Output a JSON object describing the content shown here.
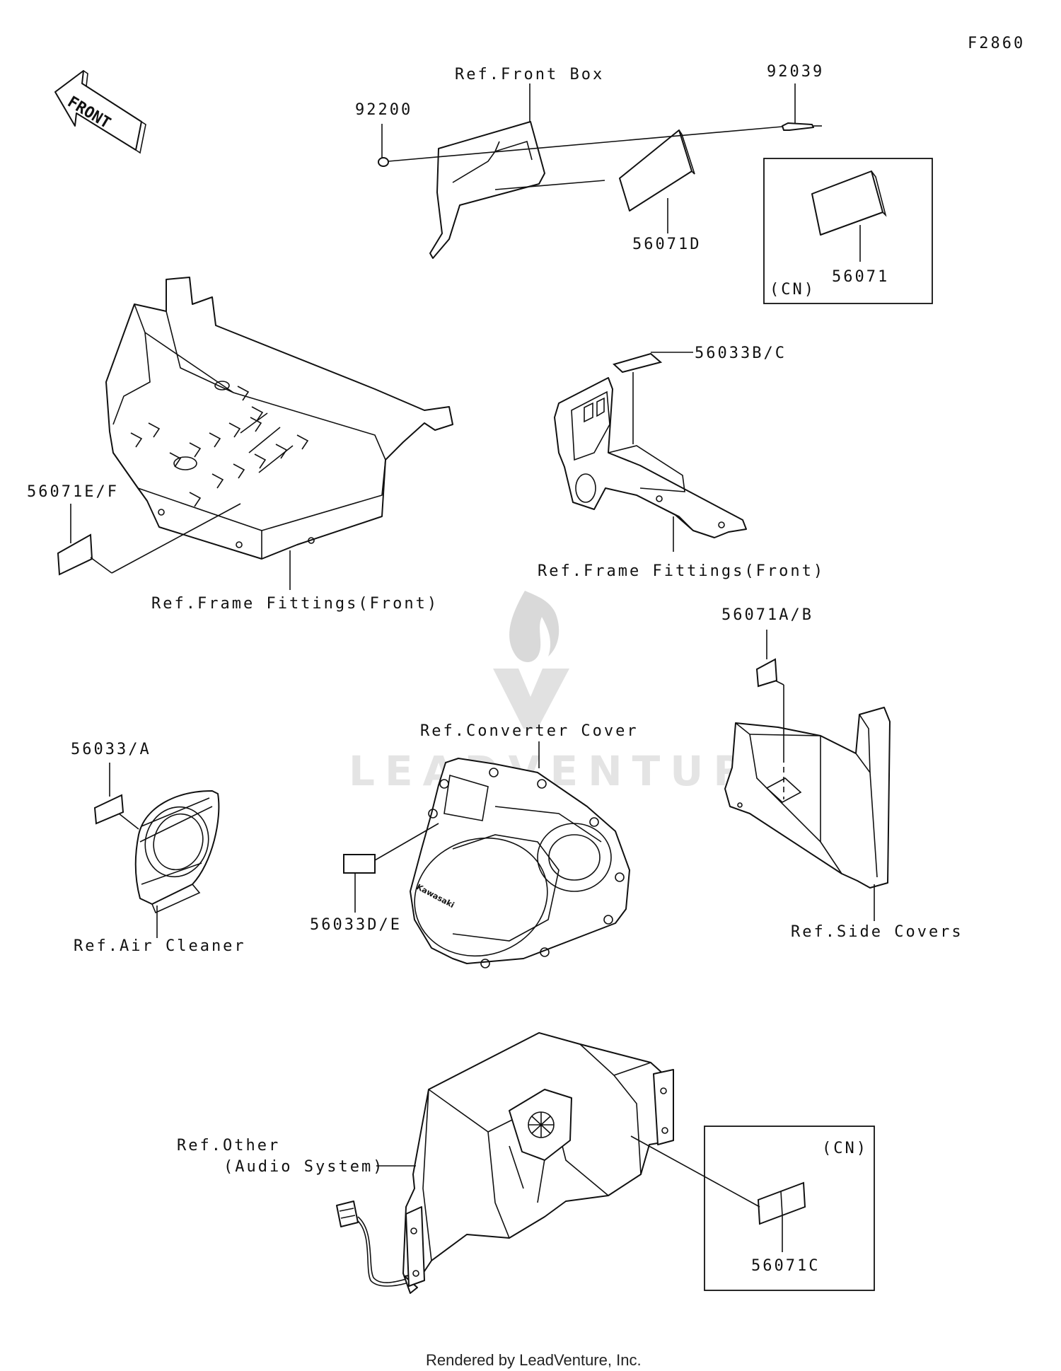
{
  "figure_id": "F2860",
  "direction_marker": "FRONT",
  "watermark": "LEADVENTURE",
  "footer": "Rendered by LeadVenture, Inc.",
  "logo_text": "Kawasaki",
  "labels": {
    "p92200": "92200",
    "ref_front_box": "Ref.Front Box",
    "p92039": "92039",
    "p56071D": "56071D",
    "cn_top": "(CN)",
    "p56071": "56071",
    "p56033BC": "56033B/C",
    "p56071EF": "56071E/F",
    "ref_frame_left": "Ref.Frame Fittings(Front)",
    "ref_frame_right": "Ref.Frame Fittings(Front)",
    "p56071AB": "56071A/B",
    "p56033A": "56033/A",
    "ref_converter": "Ref.Converter Cover",
    "p56033DE": "56033D/E",
    "ref_air_cleaner": "Ref.Air Cleaner",
    "ref_side_covers": "Ref.Side Covers",
    "ref_other_1": "Ref.Other",
    "ref_other_2": "(Audio System)",
    "cn_bottom": "(CN)",
    "p56071C": "56071C"
  }
}
